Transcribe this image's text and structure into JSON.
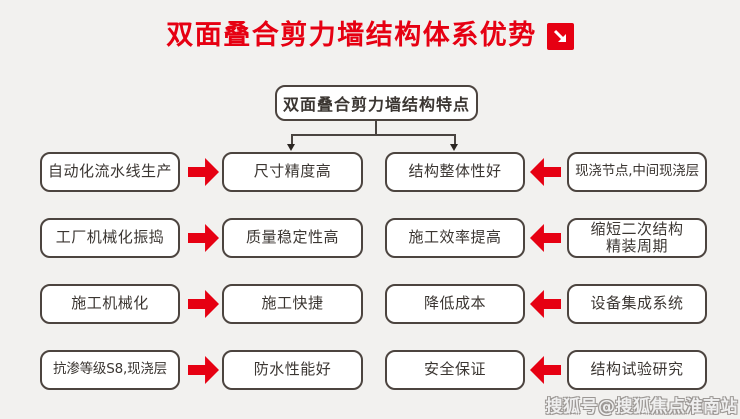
{
  "title": {
    "text": "双面叠合剪力墙结构体系优势",
    "icon": "arrow-down-right"
  },
  "root": {
    "label": "双面叠合剪力墙结构特点"
  },
  "rows": [
    {
      "left_source": "自动化流水线生产",
      "left_benefit": "尺寸精度高",
      "right_benefit": "结构整体性好",
      "right_source": "现浇节点,中间现浇层"
    },
    {
      "left_source": "工厂机械化振捣",
      "left_benefit": "质量稳定性高",
      "right_benefit": "施工效率提高",
      "right_source": "缩短二次结构\n精装周期"
    },
    {
      "left_source": "施工机械化",
      "left_benefit": "施工快捷",
      "right_benefit": "降低成本",
      "right_source": "设备集成系统"
    },
    {
      "left_source": "抗渗等级S8,现浇层",
      "left_benefit": "防水性能好",
      "right_benefit": "安全保证",
      "right_source": "结构试验研究"
    }
  ],
  "watermark": "搜狐号@搜狐焦点淮南站",
  "colors": {
    "accent_red": "#e60012",
    "box_border": "#4c443f",
    "background": "#f2f1ef",
    "text": "#3b3632"
  }
}
